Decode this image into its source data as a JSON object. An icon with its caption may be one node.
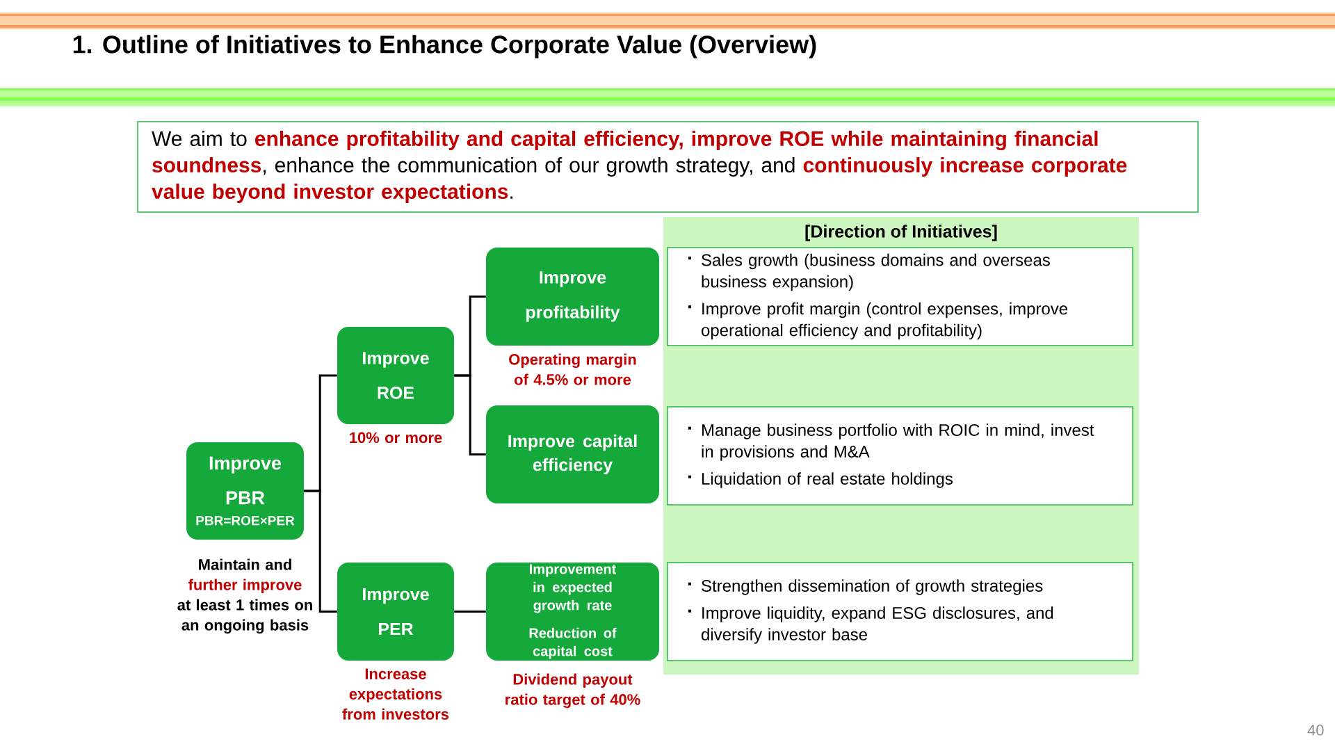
{
  "diagram": {
    "title": "1. Outline of Initiatives to Enhance Corporate Value (Overview)",
    "nodes": [
      {
        "text": [
          "We aim to **enhance profitability and capital efficiency, improve ROE while maintaining financial soundness**, enhance the communication of our growth strategy, and **continuously increase corporate value beyond investor expectations**."
        ]
      },
      {
        "text": [
          "Improve PBR",
          "PBR=ROE×PER"
        ],
        "beside": [
          "Maintain and",
          "further improve",
          "at least 1 times on an ongoing basis"
        ]
      },
      {
        "text": [
          "Improve ROE"
        ],
        "beside": [
          "10% or more"
        ]
      },
      {
        "text": [
          "Improve PER"
        ],
        "beside": [
          "Increase expectations from investors"
        ]
      },
      {
        "text": [
          "Improve profitability"
        ],
        "beside": [
          "Operating margin of 4.5% or more"
        ]
      },
      {
        "text": [
          "Improve capital efficiency"
        ]
      },
      {
        "text": [
          "Improvement in expected growth rate",
          "Reduction of capital cost"
        ],
        "beside": [
          "Dividend payout ratio target of 40%"
        ]
      },
      {
        "text": [
          "[Direction of Initiatives]"
        ]
      },
      {
        "text": [
          "Sales growth (business domains and overseas business expansion)",
          "Improve profit margin (control expenses, improve operational efficiency and profitability)"
        ],
        "in": 7
      },
      {
        "text": [
          "Manage business portfolio with ROIC in mind, invest in provisions and M&A",
          "Liquidation of real estate holdings"
        ],
        "in": 7
      },
      {
        "text": [
          "Strengthen dissemination of growth strategies",
          "Improve liquidity, expand ESG disclosures, and diversify investor base"
        ],
        "in": 7
      }
    ],
    "edges": [
      {
        "from": 1,
        "to": 2,
        "arrow": "none"
      },
      {
        "from": 1,
        "to": 3,
        "arrow": "none"
      },
      {
        "from": 2,
        "to": 4,
        "arrow": "none"
      },
      {
        "from": 2,
        "to": 5,
        "arrow": "none"
      },
      {
        "from": 3,
        "to": 6,
        "arrow": "none"
      }
    ],
    "labels": [
      "40"
    ]
  }
}
